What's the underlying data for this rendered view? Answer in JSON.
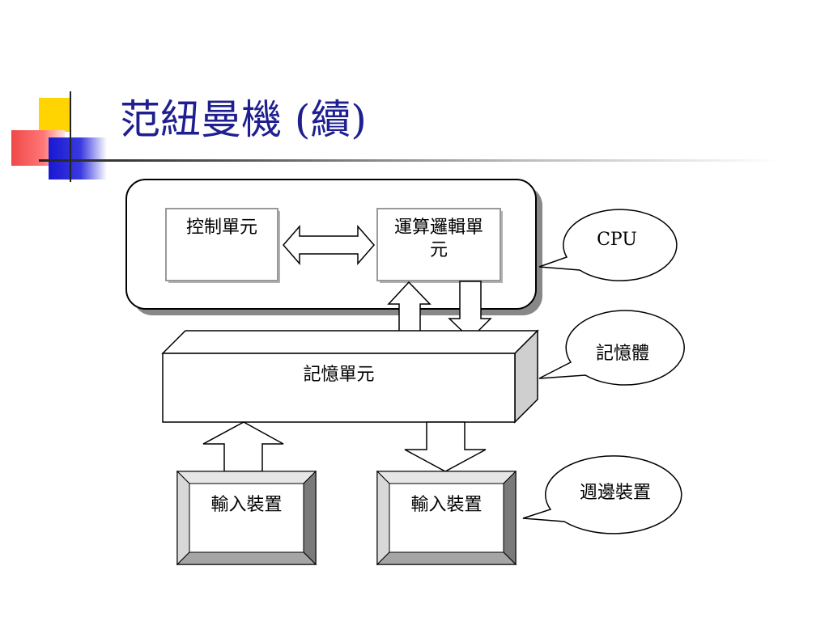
{
  "title": "范紐曼機 (續)",
  "colors": {
    "title": "#1f1f8f",
    "accent_yellow": "#ffd400",
    "accent_red": "#f05a5a",
    "accent_blue": "#1a1ad4",
    "frame_gray": "#a8a8a8"
  },
  "diagram": {
    "control_unit": "控制單元",
    "alu": "運算邏輯單元",
    "memory_unit": "記憶單元",
    "input_device_left": "輸入裝置",
    "input_device_right": "輸入裝置",
    "callout_cpu": "CPU",
    "callout_memory": "記憶體",
    "callout_peripheral": "週邊裝置"
  }
}
